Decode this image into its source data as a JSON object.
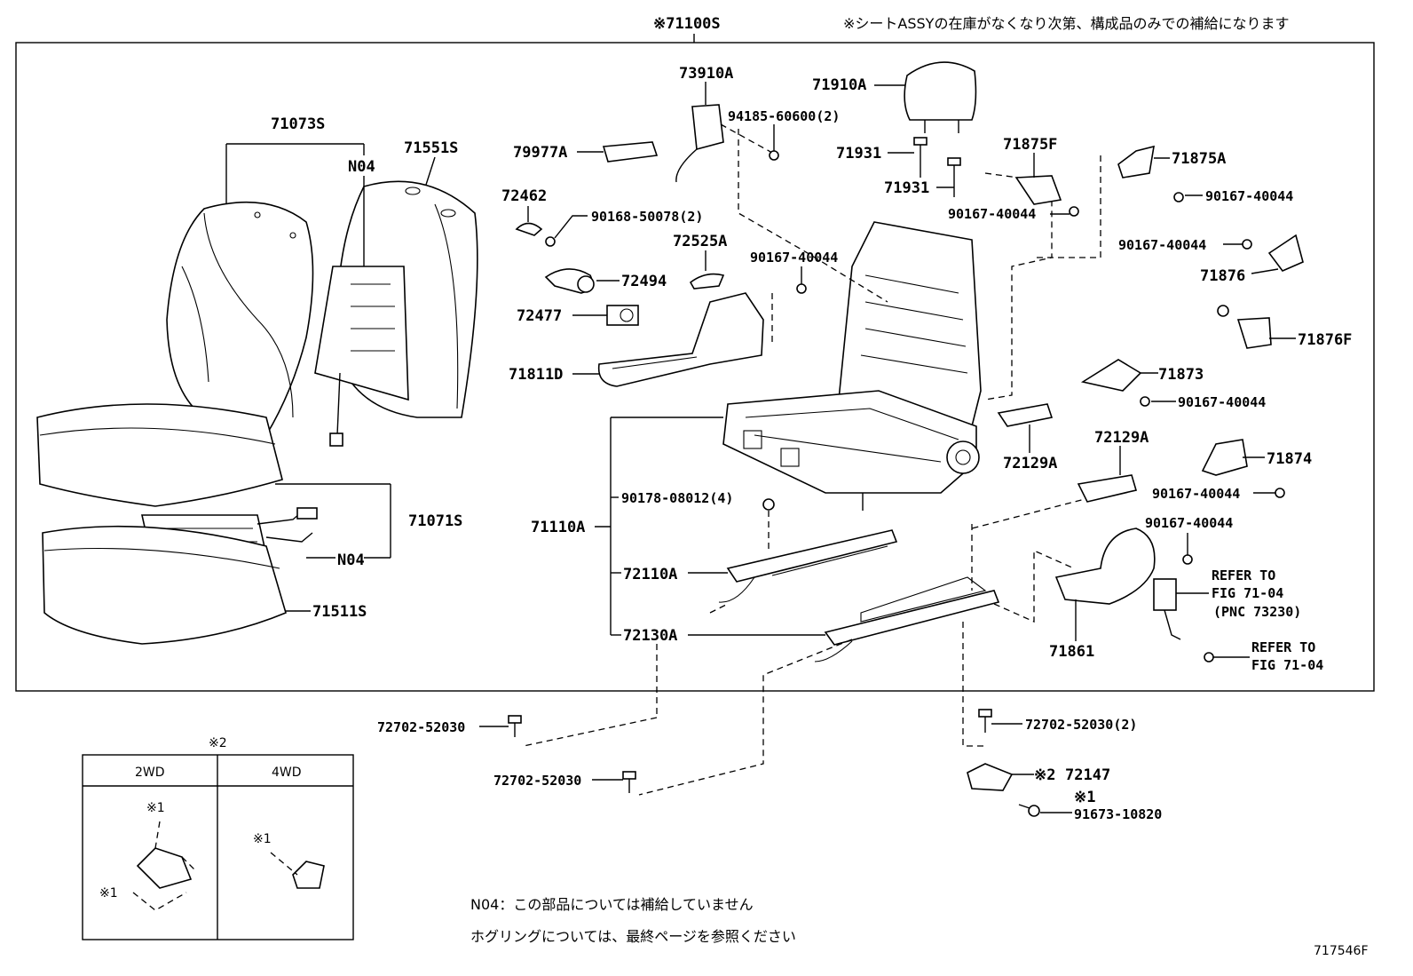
{
  "header": {
    "main_part": "※71100S",
    "stock_note": "※シートASSYの在庫がなくなり次第、構成品のみでの補給になります"
  },
  "callouts": {
    "p71073S": "71073S",
    "p71551S": "71551S",
    "n04_top": "N04",
    "p71071S": "71071S",
    "n04_bottom": "N04",
    "p71511S": "71511S",
    "p73910A": "73910A",
    "p94185": "94185-60600(2)",
    "p79977A": "79977A",
    "p72462": "72462",
    "p90168": "90168-50078(2)",
    "p72525A": "72525A",
    "p72494": "72494",
    "p72477": "72477",
    "p71811D": "71811D",
    "p90167_mid": "90167-40044",
    "p71910A": "71910A",
    "p71931_a": "71931",
    "p71931_b": "71931",
    "p71875F": "71875F",
    "p90167_a": "90167-40044",
    "p71875A": "71875A",
    "p90167_b": "90167-40044",
    "p90167_c": "90167-40044",
    "p71876": "71876",
    "p71876F": "71876F",
    "p71873": "71873",
    "p90167_d": "90167-40044",
    "p72129A_a": "72129A",
    "p72129A_b": "72129A",
    "p71874": "71874",
    "p90167_e": "90167-40044",
    "p90167_f": "90167-40044",
    "p71110A": "71110A",
    "p90178": "90178-08012(4)",
    "p72110A": "72110A",
    "p72130A": "72130A",
    "p71861": "71861",
    "refer1_a": "REFER TO",
    "refer1_b": "FIG 71-04",
    "refer1_c": "(PNC 73230)",
    "refer2_a": "REFER TO",
    "refer2_b": "FIG 71-04",
    "p72702_a": "72702-52030",
    "p72702_b": "72702-52030",
    "p72702_c": "72702-52030(2)",
    "p72147_mark": "※2",
    "p72147": "72147",
    "p91673_mark": "※1",
    "p91673": "91673-10820"
  },
  "inset_table": {
    "mark": "※2",
    "col_2wd": "2WD",
    "col_4wd": "4WD",
    "mark1": "※1"
  },
  "notes": {
    "n04_note": "N04：この部品については補給していません",
    "hog_note": "ホグリングについては、最終ページを参照ください"
  },
  "figure_code": "717546F"
}
